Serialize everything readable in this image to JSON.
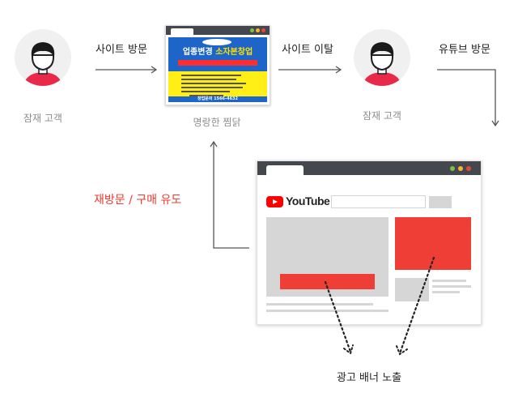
{
  "nodes": {
    "customer_left": "잠재 고객",
    "ad_page": "명랑한 찜닭",
    "customer_right": "잠재 고객"
  },
  "arrows": {
    "visit": "사이트 방문",
    "leave": "사이트 이탈",
    "youtube_visit": "유튜브 방문",
    "revisit": "재방문 / 구매 유도"
  },
  "ad": {
    "title_part1": "업종변경",
    "title_part2": "소자본창업",
    "phone": "창업문의 1566-4632"
  },
  "youtube": {
    "logo": "YouTube"
  },
  "banner_label": "광고 배너 노출",
  "colors": {
    "accent_red": "#ee3e36",
    "revisit_text": "#f0392d",
    "window_bar": "#44484e",
    "ad_blue": "#1d65c9",
    "ad_yellow": "#ffef16"
  }
}
